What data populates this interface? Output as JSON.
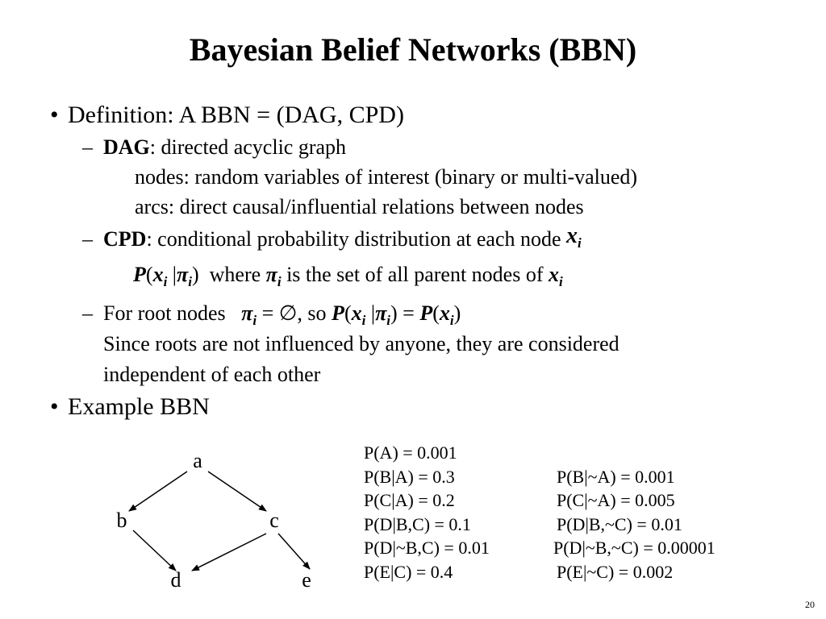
{
  "title": "Bayesian Belief Networks (BBN)",
  "bullet1": {
    "symbol": "•",
    "text": "Definition: A BBN = (DAG, CPD)"
  },
  "dag": {
    "dash": "–",
    "term": "DAG",
    "text": ": directed acyclic graph",
    "nodes": "nodes: random variables of interest (binary or multi-valued)",
    "arcs": "arcs: direct causal/influential relations between nodes"
  },
  "cpd": {
    "dash": "–",
    "term": "CPD",
    "text": ": conditional probability distribution at each node"
  },
  "formula1": {
    "lhs_open": "P",
    "where": "where",
    "mid": "is the set of all parent nodes of"
  },
  "root": {
    "dash": "–",
    "label": "For root nodes",
    "so": ", so",
    "line1": "Since roots are not influenced by anyone, they are considered",
    "line2": "independent of each other"
  },
  "bullet2": {
    "symbol": "•",
    "text": "Example BBN"
  },
  "graph": {
    "nodes": [
      "a",
      "b",
      "c",
      "d",
      "e"
    ],
    "edges": [
      [
        "a",
        "b"
      ],
      [
        "a",
        "c"
      ],
      [
        "b",
        "d"
      ],
      [
        "c",
        "d"
      ],
      [
        "c",
        "e"
      ]
    ]
  },
  "probabilities": {
    "left": [
      "P(A) = 0.001",
      "P(B|A) = 0.3",
      "P(C|A) = 0.2",
      "P(D|B,C) = 0.1",
      "P(D|~B,C) = 0.01",
      "P(E|C) = 0.4"
    ],
    "right": [
      "",
      "P(B|~A) = 0.001",
      "P(C|~A) = 0.005",
      "P(D|B,~C) = 0.01",
      "P(D|~B,~C) = 0.00001",
      "P(E|~C) = 0.002"
    ]
  },
  "page_number": "20"
}
